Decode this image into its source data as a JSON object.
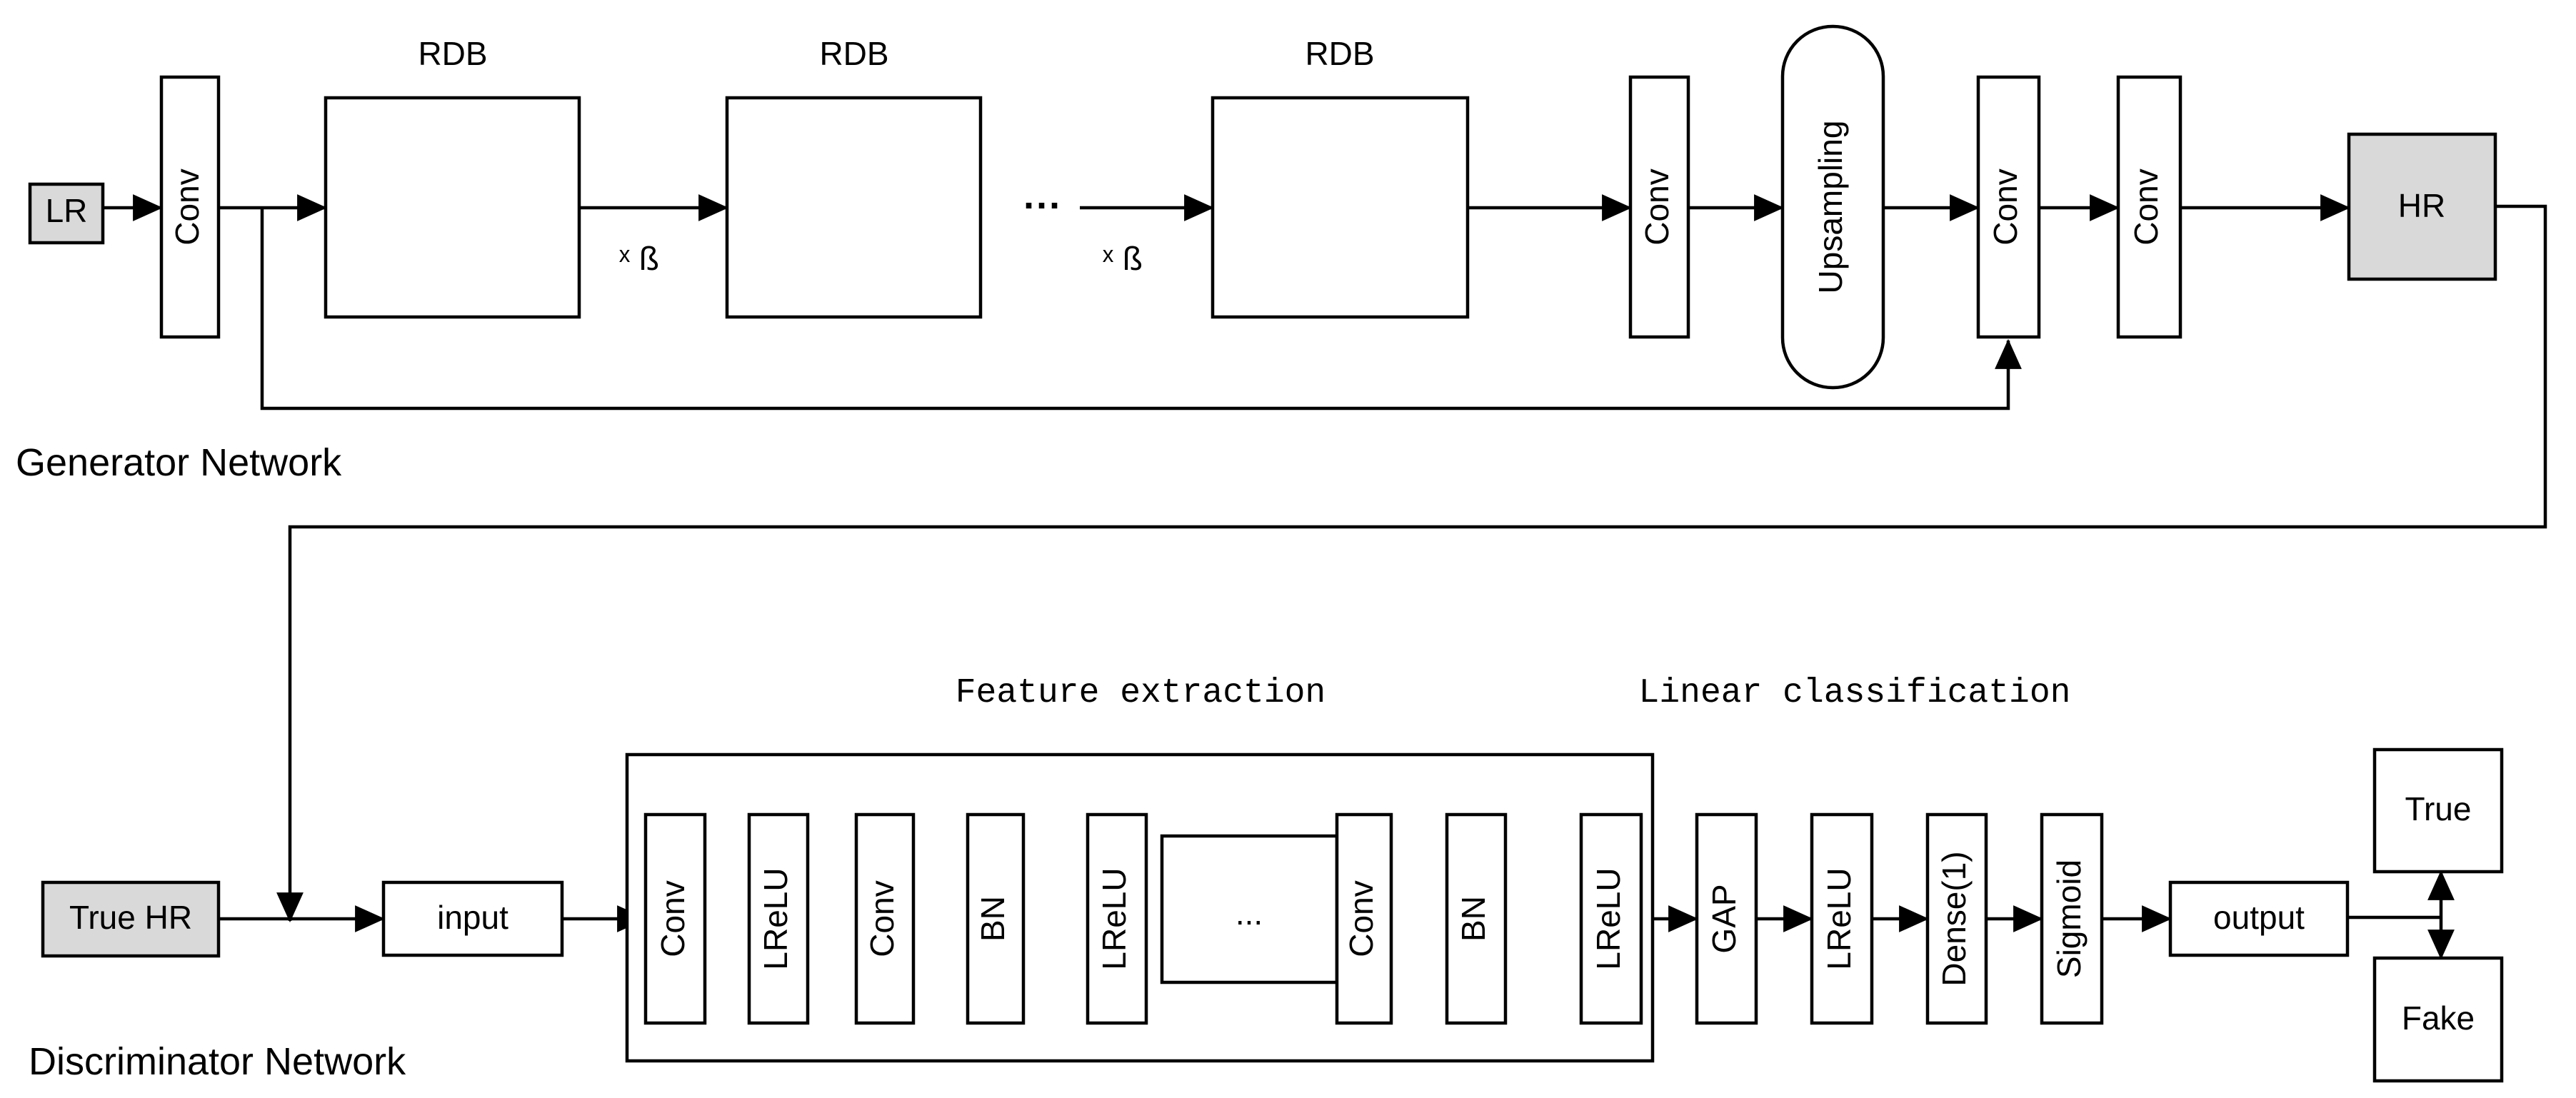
{
  "generator": {
    "title": "Generator Network",
    "lr": "LR",
    "hr": "HR",
    "conv": "Conv",
    "rdb": "RDB",
    "beta": "ˣ ß",
    "dots": "···",
    "upsampling": "Upsampling"
  },
  "discriminator": {
    "title": "Discriminator Network",
    "true_hr": "True HR",
    "input": "input",
    "feature_label": "Feature extraction",
    "linear_label": "Linear classification",
    "conv": "Conv",
    "lrelu": "LReLU",
    "bn": "BN",
    "ellipsis": "...",
    "gap": "GAP",
    "dense": "Dense(1)",
    "sigmoid": "Sigmoid",
    "output": "output",
    "true": "True",
    "fake": "Fake"
  }
}
